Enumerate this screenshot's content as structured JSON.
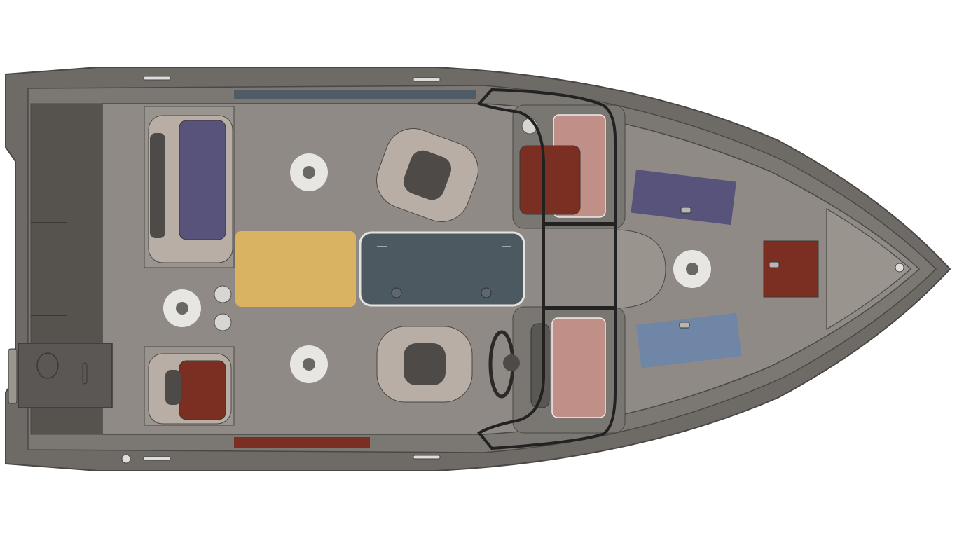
{
  "diagram": {
    "subject": "boat-top-view",
    "colors": {
      "background": "#ffffff",
      "hull": "#6e6b67",
      "gunwale": "#7b7874",
      "deck": "#8f8a85",
      "deck_light": "#99948e",
      "outline": "#4a4744",
      "transom": "#56534f",
      "seat_shell": "#b8aea6",
      "seat_dark": "#4d4a47",
      "purple_cushion": "#57537a",
      "red_cushion": "#7a2f22",
      "pink_cushion": "#c09088",
      "yellow_hatch": "#d9b262",
      "slate_hatch": "#4c5961",
      "blue_hatch": "#6f86a6",
      "rod_strip_slate": "#4f5c66",
      "rod_strip_red": "#7a2f22",
      "seat_base": "#e8e6e3",
      "windshield_frame": "#222222"
    },
    "seat_bases": 6,
    "cleats": 4
  }
}
